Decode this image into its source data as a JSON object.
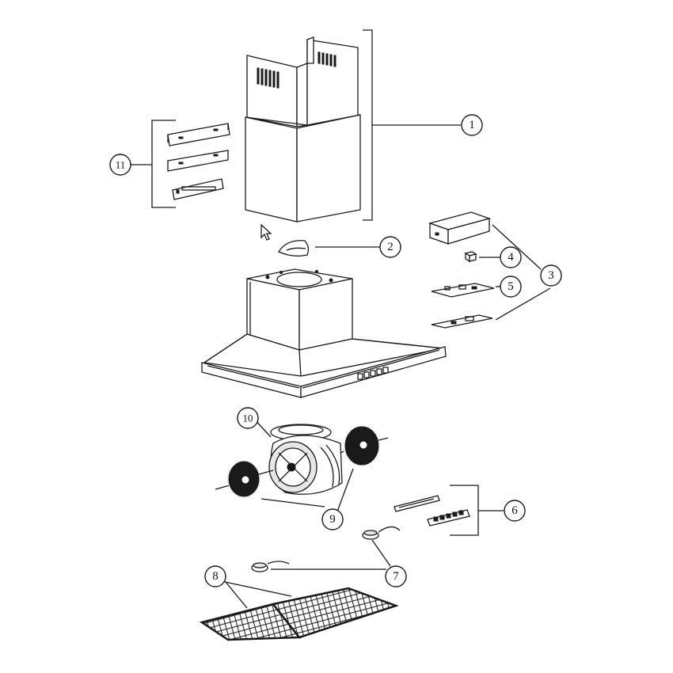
{
  "diagram": {
    "callouts": [
      {
        "id": "1",
        "label": "1"
      },
      {
        "id": "2",
        "label": "2"
      },
      {
        "id": "3",
        "label": "3"
      },
      {
        "id": "4",
        "label": "4"
      },
      {
        "id": "5",
        "label": "5"
      },
      {
        "id": "6",
        "label": "6"
      },
      {
        "id": "7",
        "label": "7"
      },
      {
        "id": "8",
        "label": "8"
      },
      {
        "id": "9",
        "label": "9"
      },
      {
        "id": "10",
        "label": "10"
      },
      {
        "id": "11",
        "label": "11"
      }
    ],
    "colors": {
      "line": "#1a1a1a",
      "background": "#ffffff"
    },
    "icons": [
      "mouse-pointer-icon"
    ]
  }
}
